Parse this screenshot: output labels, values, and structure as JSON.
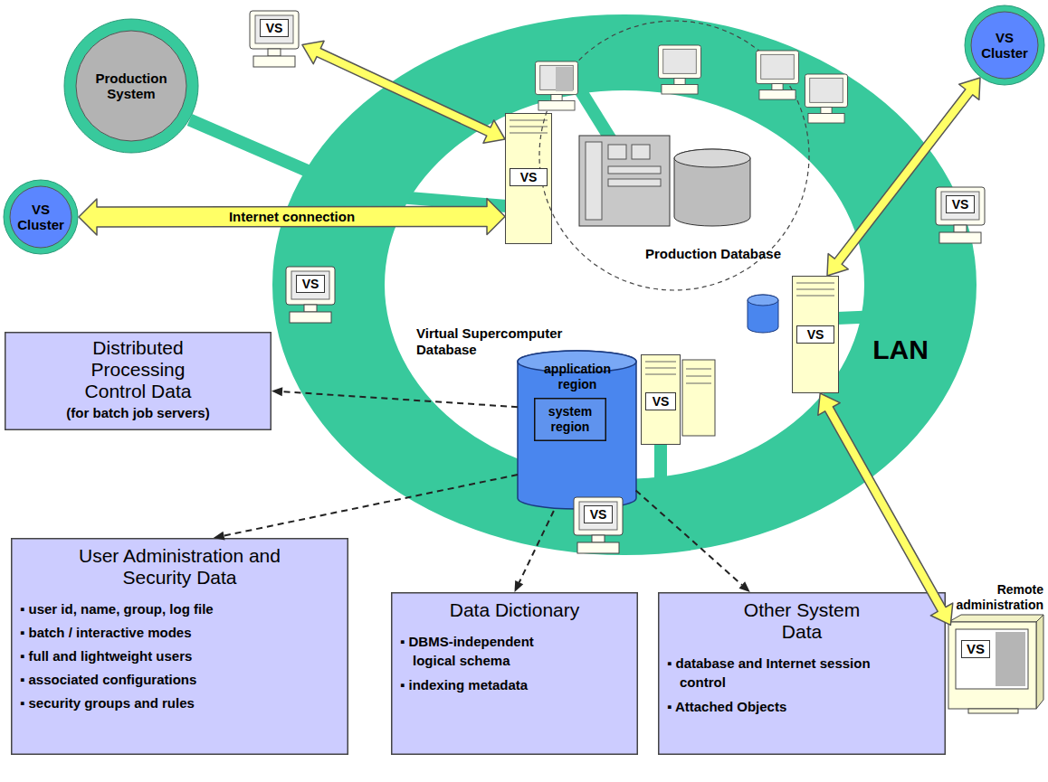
{
  "diagram": {
    "nodes": [
      {
        "text": [
          "Production System"
        ]
      },
      {
        "text": [
          "VS Cluster"
        ]
      },
      {
        "text": [
          "VS Cluster"
        ]
      },
      {
        "text": [
          "LAN"
        ]
      },
      {
        "text": [
          "VS"
        ]
      },
      {
        "text": [
          "VS"
        ],
        "in": 3
      },
      {
        "text": [
          "Production Database"
        ],
        "in": 3
      },
      {
        "text": [
          "VS"
        ],
        "in": 3
      },
      {
        "text": [
          "VS"
        ],
        "in": 3
      },
      {
        "text": [
          "VS"
        ],
        "in": 3
      },
      {
        "text": [
          "Virtual Supercomputer Database",
          "application region"
        ],
        "in": 3
      },
      {
        "text": [
          "system region"
        ],
        "in": 10
      },
      {
        "text": [
          "VS"
        ],
        "in": 3
      },
      {
        "text": [
          "VS"
        ],
        "in": 3
      },
      {
        "text": [
          "Distributed Processing Control Data",
          "(for batch job servers)"
        ]
      },
      {
        "text": [
          "User Administration and Security Data",
          "▪ user id, name, group, log file",
          "▪ batch / interactive modes",
          "▪ full and lightweight users",
          "▪ associated configurations",
          "▪ security groups and rules"
        ]
      },
      {
        "text": [
          "Data Dictionary",
          "▪ DBMS-independent logical schema",
          "▪ indexing metadata"
        ]
      },
      {
        "text": [
          "Other System Data",
          "▪ database and Internet session control",
          "▪ Attached Objects"
        ]
      },
      {
        "text": [
          "Remote administration",
          "VS"
        ]
      }
    ],
    "edges": [
      {
        "from": 4,
        "to": 5,
        "arrow": "both"
      },
      {
        "from": 1,
        "to": 5,
        "label": "Internet connection",
        "arrow": "both"
      },
      {
        "from": 2,
        "to": 8,
        "arrow": "both"
      },
      {
        "from": 18,
        "to": 8,
        "arrow": "both"
      },
      {
        "from": 10,
        "to": 14,
        "arrow": "to"
      },
      {
        "from": 10,
        "to": 15,
        "arrow": "to"
      },
      {
        "from": 10,
        "to": 16,
        "arrow": "to"
      },
      {
        "from": 10,
        "to": 17,
        "arrow": "to"
      },
      {
        "from": 0,
        "to": 3,
        "arrow": "none"
      }
    ]
  }
}
